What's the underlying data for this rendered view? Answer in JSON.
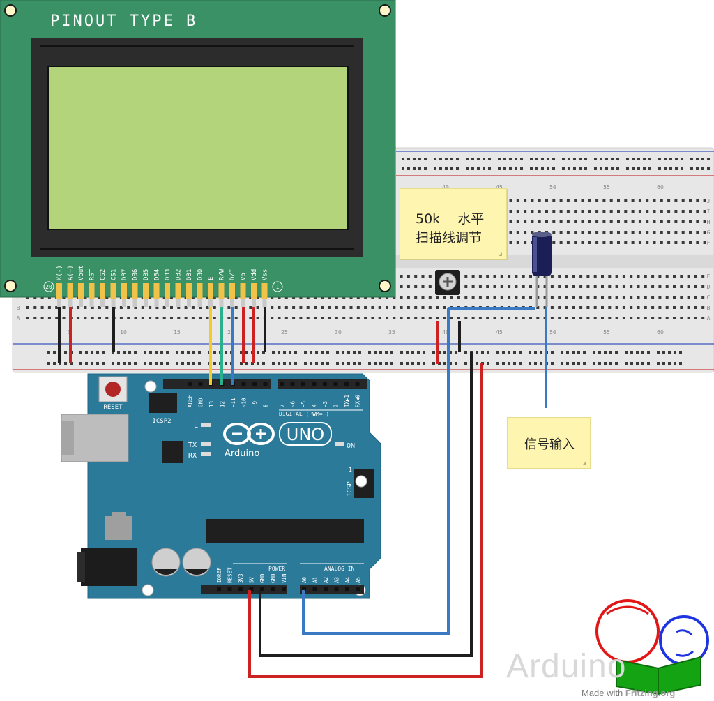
{
  "lcd": {
    "title": "PINOUT TYPE B",
    "pins": [
      "K(-)",
      "A(+)",
      "Vout",
      "RST",
      "CS2",
      "CS1",
      "DB7",
      "DB6",
      "DB5",
      "DB4",
      "DB3",
      "DB2",
      "DB1",
      "DB0",
      "E",
      "R/W",
      "D/I",
      "Vo",
      "Vdd",
      "Vss"
    ],
    "pin_first_marker": "20",
    "pin_last_marker": "1",
    "colors": {
      "pcb": "#3b9166",
      "bezel": "#2c2c2c",
      "screen": "#b3d47a"
    }
  },
  "breadboard": {
    "col_numbers": [
      "5",
      "10",
      "15",
      "20",
      "25",
      "30",
      "35",
      "40",
      "45",
      "50",
      "55",
      "60"
    ],
    "row_letters_top": [
      "J",
      "I",
      "H",
      "G",
      "F"
    ],
    "row_letters_bottom": [
      "E",
      "D",
      "C",
      "B",
      "A"
    ]
  },
  "arduino": {
    "brand": "Arduino",
    "model": "UNO",
    "labels": {
      "reset": "RESET",
      "icsp2": "ICSP2",
      "icsp": "ICSP",
      "digital": "DIGITAL (PWM=~)",
      "power": "POWER",
      "analog": "ANALOG IN",
      "on": "ON",
      "l": "L",
      "tx": "TX",
      "rx": "RX",
      "icsp_one": "1"
    },
    "digital_header_left": [
      "AREF",
      "GND",
      "13",
      "12",
      "~11",
      "~10",
      "~9",
      "8"
    ],
    "digital_header_right": [
      "7",
      "~6",
      "~5",
      "4",
      "~3",
      "2",
      "TX▶1",
      "RX◀0"
    ],
    "power_header": [
      "IOREF",
      "RESET",
      "3V3",
      "5V",
      "GND",
      "GND",
      "VIN"
    ],
    "analog_header": [
      "A0",
      "A1",
      "A2",
      "A3",
      "A4",
      "A5"
    ],
    "colors": {
      "board": "#2b7a9a",
      "header": "#262626"
    }
  },
  "notes": {
    "pot": {
      "line1": "50k　 水平",
      "line2": "扫描线调节"
    },
    "signal": {
      "line1": "信号输入"
    }
  },
  "watermark": {
    "text": "Arduino",
    "made_with": "Made with",
    "brand": "Fritzing.org"
  },
  "wire_colors": {
    "red": "#cc2222",
    "black": "#1e1e1e",
    "blue": "#3a79c4",
    "yellow": "#f3cc2a",
    "green": "#2bb08e"
  }
}
